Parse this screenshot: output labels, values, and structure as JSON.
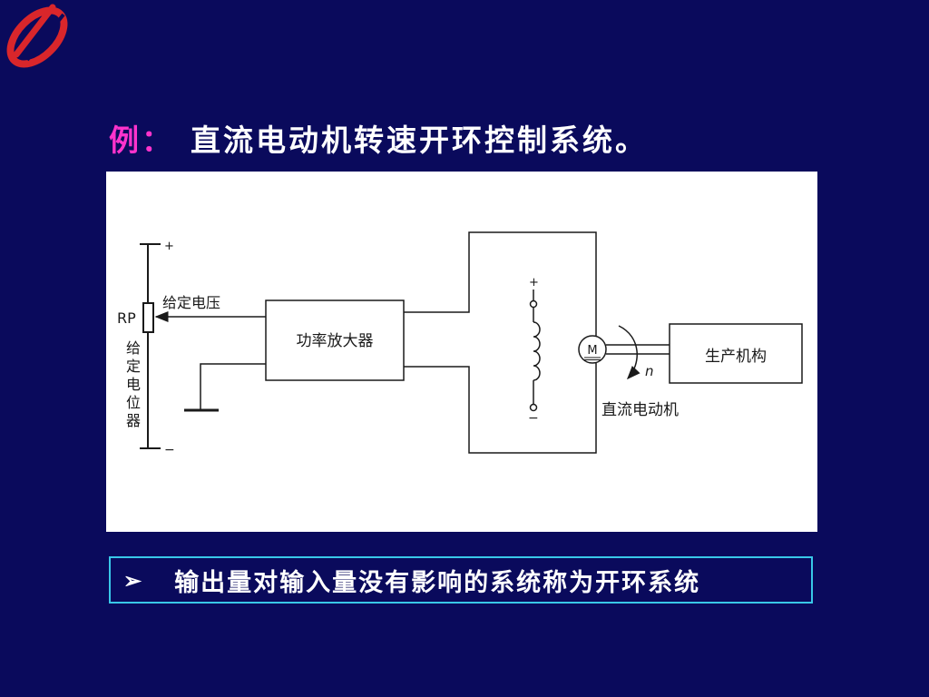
{
  "slide": {
    "title_prefix": "例：",
    "title": "直流电动机转速开环控制系统。",
    "note_bullet": "➢",
    "note": "输出量对输入量没有影响的系统称为开环系统"
  },
  "diagram": {
    "plus_top": "+",
    "minus_bottom": "−",
    "rp_label": "RP",
    "given_voltage": "给定电压",
    "potentiometer_label_chars": [
      "给",
      "定",
      "电",
      "位",
      "器"
    ],
    "amplifier": "功率放大器",
    "field_plus": "+",
    "field_minus": "−",
    "motor_symbol": "M",
    "speed_symbol": "n",
    "motor_label": "直流电动机",
    "machine": "生产机构"
  },
  "colors": {
    "background": "#0a0a5c",
    "title_prefix": "#ff33cc",
    "note_border": "#39c8e8",
    "logo": "#d9262b"
  }
}
